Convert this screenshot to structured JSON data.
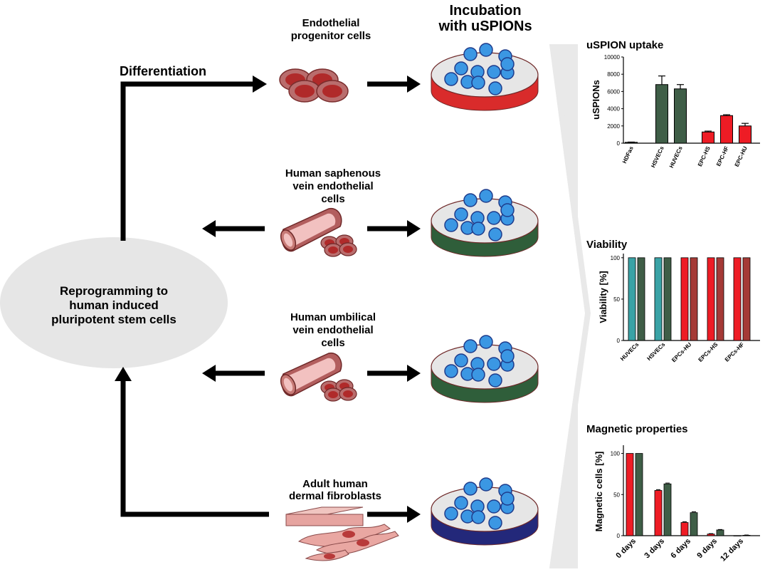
{
  "diagram": {
    "center_label": [
      "Reprogramming to",
      "human induced",
      "pluripotent stem cells"
    ],
    "differentiation_label": "Differentiation",
    "incubation_label": [
      "Incubation",
      "with uSPIONs"
    ],
    "cell_types": [
      {
        "label": [
          "Endothelial",
          "progenitor cells"
        ],
        "dish_color": "#d92b2b"
      },
      {
        "label": [
          "Human saphenous",
          "vein endothelial",
          "cells"
        ],
        "dish_color": "#2f5e3a"
      },
      {
        "label": [
          "Human umbilical",
          "vein endothelial",
          "cells"
        ],
        "dish_color": "#2f5e3a"
      },
      {
        "label": [
          "Adult human",
          "dermal fibroblasts"
        ],
        "dish_color": "#23287a"
      }
    ],
    "colors": {
      "red": "#ee1c25",
      "dark_green": "#3f5e47",
      "teal": "#3aa3a6",
      "brown_red": "#a53a36",
      "particle": "#3b97e3",
      "ellipse": "#e6e6e6"
    }
  },
  "chart_data": [
    {
      "type": "bar",
      "title": "uSPION uptake",
      "ylabel": "uSPIONs",
      "ylim": [
        0,
        10000
      ],
      "yticks": [
        0,
        2000,
        4000,
        6000,
        8000,
        10000
      ],
      "categories": [
        "HDFas",
        "HSVECs",
        "HUVECs",
        "EPC-HS",
        "EPC-HF",
        "EPC-HU"
      ],
      "values": [
        100,
        6800,
        6300,
        1300,
        3200,
        2000
      ],
      "errors": [
        30,
        1000,
        500,
        100,
        100,
        300
      ],
      "bar_colors": [
        "#3f5e47",
        "#3f5e47",
        "#3f5e47",
        "#ee1c25",
        "#ee1c25",
        "#ee1c25"
      ]
    },
    {
      "type": "bar",
      "title": "Viability",
      "ylabel": "Viability [%]",
      "ylim": [
        0,
        105
      ],
      "yticks": [
        0,
        50,
        100
      ],
      "categories": [
        "HUVECs",
        "HSVECs",
        "EPCs-HU",
        "EPCs-HS",
        "EPCs-HF"
      ],
      "series": [
        {
          "values": [
            100,
            100,
            100,
            100,
            100
          ],
          "colors": [
            "#3aa3a6",
            "#3aa3a6",
            "#ee1c25",
            "#ee1c25",
            "#ee1c25"
          ]
        },
        {
          "values": [
            100,
            100,
            100,
            100,
            100
          ],
          "colors": [
            "#3f5e47",
            "#3f5e47",
            "#a53a36",
            "#a53a36",
            "#a53a36"
          ]
        }
      ]
    },
    {
      "type": "bar",
      "title": "Magnetic properties",
      "ylabel": "Magnetic cells [%]",
      "ylim": [
        0,
        110
      ],
      "yticks": [
        0,
        50,
        100
      ],
      "categories": [
        "0 days",
        "3 days",
        "6 days",
        "9 days",
        "12 days"
      ],
      "series": [
        {
          "values": [
            100,
            55,
            16,
            2,
            0
          ],
          "errors": [
            0,
            1,
            1,
            0.5,
            0
          ],
          "color": "#ee1c25"
        },
        {
          "values": [
            100,
            63,
            28,
            7,
            0.5
          ],
          "errors": [
            0,
            1,
            1,
            0.5,
            0.3
          ],
          "color": "#3f5e47"
        }
      ]
    }
  ]
}
